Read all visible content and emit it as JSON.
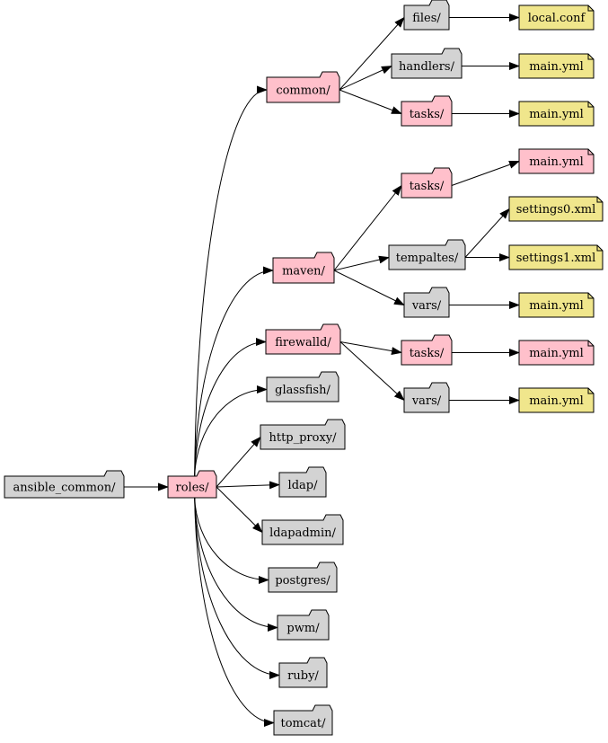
{
  "colors": {
    "folder": "#d3d3d3",
    "folder_highlight": "#ffc0cb",
    "file": "#f0e68c",
    "stroke": "#000000",
    "background": "#ffffff"
  },
  "nodes": {
    "ansible_common": {
      "label": "ansible_common/",
      "kind": "folder"
    },
    "roles": {
      "label": "roles/",
      "kind": "folder_highlight"
    },
    "common": {
      "label": "common/",
      "kind": "folder_highlight"
    },
    "common_files": {
      "label": "files/",
      "kind": "folder"
    },
    "common_handlers": {
      "label": "handlers/",
      "kind": "folder"
    },
    "common_tasks": {
      "label": "tasks/",
      "kind": "folder_highlight"
    },
    "local_conf": {
      "label": "local.conf",
      "kind": "file"
    },
    "common_handlers_main": {
      "label": "main.yml",
      "kind": "file"
    },
    "common_tasks_main": {
      "label": "main.yml",
      "kind": "file"
    },
    "maven": {
      "label": "maven/",
      "kind": "folder_highlight"
    },
    "maven_tasks": {
      "label": "tasks/",
      "kind": "folder_highlight"
    },
    "maven_tempaltes": {
      "label": "tempaltes/",
      "kind": "folder"
    },
    "maven_vars": {
      "label": "vars/",
      "kind": "folder"
    },
    "maven_tasks_main": {
      "label": "main.yml",
      "kind": "file_highlight"
    },
    "settings0": {
      "label": "settings0.xml",
      "kind": "file"
    },
    "settings1": {
      "label": "settings1.xml",
      "kind": "file"
    },
    "maven_vars_main": {
      "label": "main.yml",
      "kind": "file"
    },
    "firewalld": {
      "label": "firewalld/",
      "kind": "folder_highlight"
    },
    "firewalld_tasks": {
      "label": "tasks/",
      "kind": "folder_highlight"
    },
    "firewalld_vars": {
      "label": "vars/",
      "kind": "folder"
    },
    "firewalld_tasks_main": {
      "label": "main.yml",
      "kind": "file_highlight"
    },
    "firewalld_vars_main": {
      "label": "main.yml",
      "kind": "file"
    },
    "glassfish": {
      "label": "glassfish/",
      "kind": "folder"
    },
    "http_proxy": {
      "label": "http_proxy/",
      "kind": "folder"
    },
    "ldap": {
      "label": "ldap/",
      "kind": "folder"
    },
    "ldapadmin": {
      "label": "ldapadmin/",
      "kind": "folder"
    },
    "postgres": {
      "label": "postgres/",
      "kind": "folder"
    },
    "pwm": {
      "label": "pwm/",
      "kind": "folder"
    },
    "ruby": {
      "label": "ruby/",
      "kind": "folder"
    },
    "tomcat": {
      "label": "tomcat/",
      "kind": "folder"
    }
  },
  "edges": [
    [
      "ansible_common",
      "roles"
    ],
    [
      "roles",
      "common"
    ],
    [
      "roles",
      "maven"
    ],
    [
      "roles",
      "firewalld"
    ],
    [
      "roles",
      "glassfish"
    ],
    [
      "roles",
      "http_proxy"
    ],
    [
      "roles",
      "ldap"
    ],
    [
      "roles",
      "ldapadmin"
    ],
    [
      "roles",
      "postgres"
    ],
    [
      "roles",
      "pwm"
    ],
    [
      "roles",
      "ruby"
    ],
    [
      "roles",
      "tomcat"
    ],
    [
      "common",
      "common_files"
    ],
    [
      "common",
      "common_handlers"
    ],
    [
      "common",
      "common_tasks"
    ],
    [
      "common_files",
      "local_conf"
    ],
    [
      "common_handlers",
      "common_handlers_main"
    ],
    [
      "common_tasks",
      "common_tasks_main"
    ],
    [
      "maven",
      "maven_tasks"
    ],
    [
      "maven",
      "maven_tempaltes"
    ],
    [
      "maven",
      "maven_vars"
    ],
    [
      "maven_tasks",
      "maven_tasks_main"
    ],
    [
      "maven_tempaltes",
      "settings0"
    ],
    [
      "maven_tempaltes",
      "settings1"
    ],
    [
      "maven_vars",
      "maven_vars_main"
    ],
    [
      "firewalld",
      "firewalld_tasks"
    ],
    [
      "firewalld",
      "firewalld_vars"
    ],
    [
      "firewalld_tasks",
      "firewalld_tasks_main"
    ],
    [
      "firewalld_vars",
      "firewalld_vars_main"
    ]
  ]
}
